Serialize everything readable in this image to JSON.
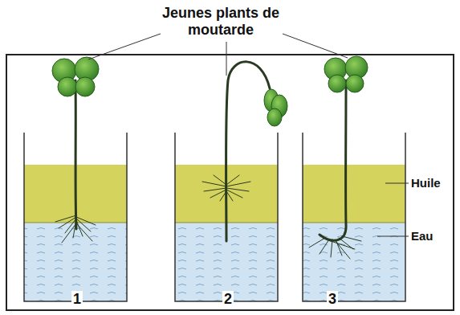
{
  "diagram": {
    "labels": [
      "Jeunes plants de moutarde",
      "Huile",
      "Eau",
      "1",
      "2",
      "3"
    ]
  }
}
